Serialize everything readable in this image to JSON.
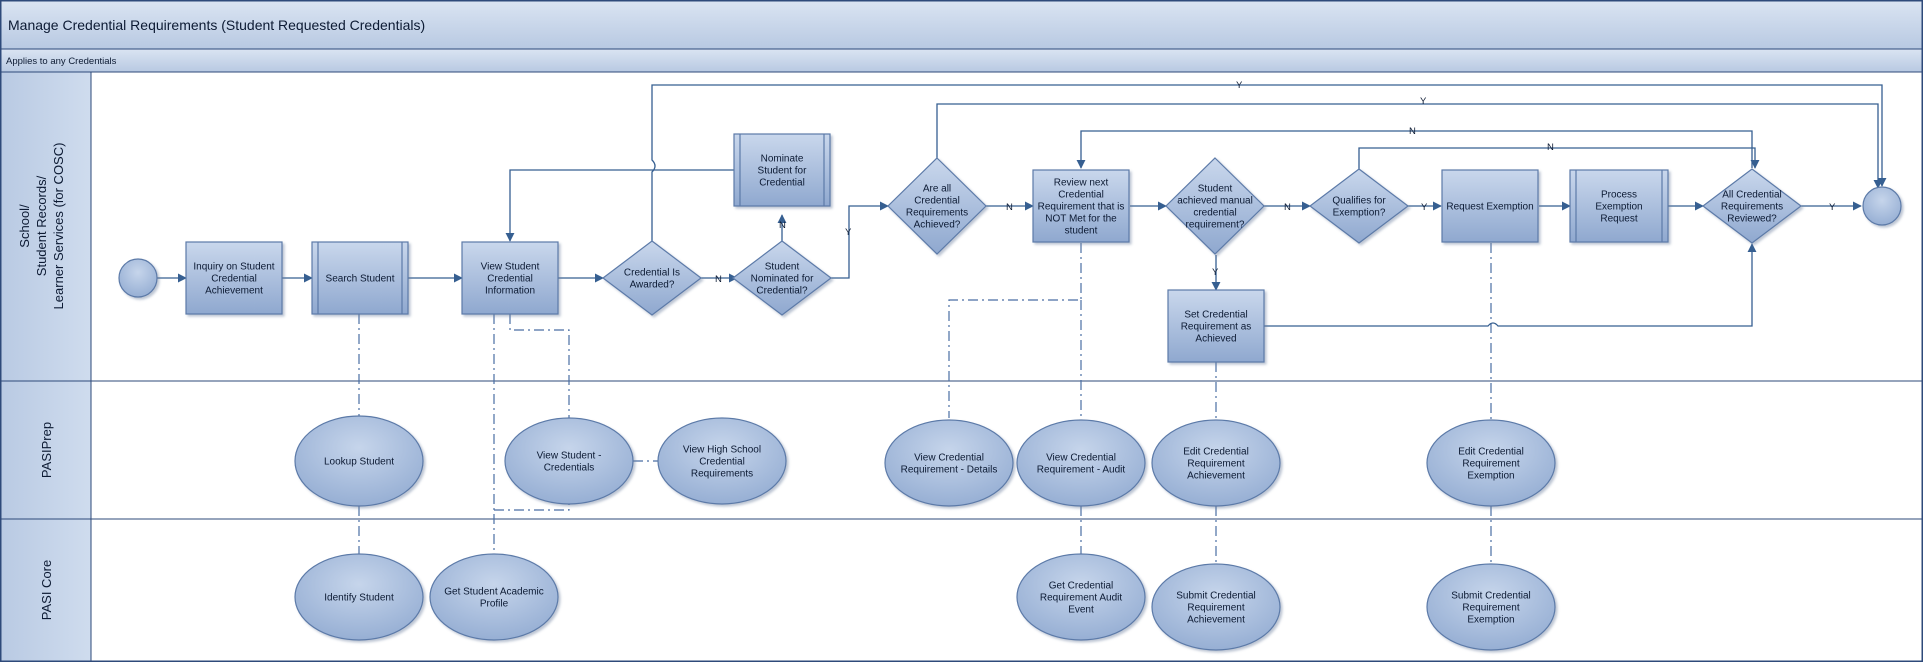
{
  "title": "Manage Credential Requirements (Student Requested Credentials)",
  "subtitle": "Applies to any Credentials",
  "colors": {
    "header_bg": "#c5d3e8",
    "lane_bg": "#c3d1e6",
    "shape_fill": "#9eb5d7",
    "shape_stroke": "#5c7aa8",
    "line": "#365f91",
    "border": "#2e4a7a"
  },
  "lanes": [
    {
      "id": "school",
      "lines": [
        "School/",
        "Student Records/",
        "Learner Services (for COSC)"
      ]
    },
    {
      "id": "pasiprep",
      "lines": [
        "PASIPrep"
      ]
    },
    {
      "id": "pasicore",
      "lines": [
        "PASI Core"
      ]
    }
  ],
  "nodes": [
    {
      "id": "start",
      "type": "start",
      "lines": []
    },
    {
      "id": "inquiry",
      "type": "task",
      "lines": [
        "Inquiry on Student",
        "Credential",
        "Achievement"
      ]
    },
    {
      "id": "search",
      "type": "subprocess",
      "lines": [
        "Search Student"
      ]
    },
    {
      "id": "viewinfo",
      "type": "task",
      "lines": [
        "View Student",
        "Credential",
        "Information"
      ]
    },
    {
      "id": "awarded",
      "type": "decision",
      "lines": [
        "Credential Is",
        "Awarded?"
      ]
    },
    {
      "id": "nominated",
      "type": "decision",
      "lines": [
        "Student",
        "Nominated for",
        "Credential?"
      ]
    },
    {
      "id": "nominate",
      "type": "subprocess",
      "lines": [
        "Nominate",
        "Student for",
        "Credential"
      ]
    },
    {
      "id": "allachieved",
      "type": "decision",
      "lines": [
        "Are all",
        "Credential",
        "Requirements",
        "Achieved?"
      ]
    },
    {
      "id": "reviewnext",
      "type": "task",
      "lines": [
        "Review next",
        "Credential",
        "Requirement that is",
        "NOT Met for the",
        "student"
      ]
    },
    {
      "id": "manual",
      "type": "decision",
      "lines": [
        "Student",
        "achieved manual",
        "credential",
        "requirement?"
      ]
    },
    {
      "id": "setach",
      "type": "task",
      "lines": [
        "Set Credential",
        "Requirement as",
        "Achieved"
      ]
    },
    {
      "id": "qualifies",
      "type": "decision",
      "lines": [
        "Qualifies for",
        "Exemption?"
      ]
    },
    {
      "id": "reqex",
      "type": "task",
      "lines": [
        "Request Exemption"
      ]
    },
    {
      "id": "procex",
      "type": "subprocess",
      "lines": [
        "Process",
        "Exemption",
        "Request"
      ]
    },
    {
      "id": "allreviewed",
      "type": "decision",
      "lines": [
        "All Credential",
        "Requirements",
        "Reviewed?"
      ]
    },
    {
      "id": "end",
      "type": "end",
      "lines": []
    },
    {
      "id": "lookup",
      "type": "service",
      "lines": [
        "Lookup Student"
      ]
    },
    {
      "id": "viewcred",
      "type": "service",
      "lines": [
        "View Student -",
        "Credentials"
      ]
    },
    {
      "id": "viewhs",
      "type": "service",
      "lines": [
        "View High School",
        "Credential",
        "Requirements"
      ]
    },
    {
      "id": "vcrdetails",
      "type": "service",
      "lines": [
        "View Credential",
        "Requirement - Details"
      ]
    },
    {
      "id": "vcraudit",
      "type": "service",
      "lines": [
        "View Credential",
        "Requirement - Audit"
      ]
    },
    {
      "id": "editach",
      "type": "service",
      "lines": [
        "Edit Credential",
        "Requirement",
        "Achievement"
      ]
    },
    {
      "id": "editex",
      "type": "service",
      "lines": [
        "Edit Credential",
        "Requirement",
        "Exemption"
      ]
    },
    {
      "id": "identify",
      "type": "service",
      "lines": [
        "Identify Student"
      ]
    },
    {
      "id": "getprofile",
      "type": "service",
      "lines": [
        "Get Student Academic",
        "Profile"
      ]
    },
    {
      "id": "getaudit",
      "type": "service",
      "lines": [
        "Get Credential",
        "Requirement Audit",
        "Event"
      ]
    },
    {
      "id": "submitach",
      "type": "service",
      "lines": [
        "Submit Credential",
        "Requirement",
        "Achievement"
      ]
    },
    {
      "id": "submitex",
      "type": "service",
      "lines": [
        "Submit Credential",
        "Requirement",
        "Exemption"
      ]
    }
  ],
  "edge_labels": [
    {
      "id": "awarded-nominated",
      "text": "N"
    },
    {
      "id": "nominated-nominate",
      "text": "N"
    },
    {
      "id": "nominated-allachieved",
      "text": "Y"
    },
    {
      "id": "allachieved-reviewnext",
      "text": "N"
    },
    {
      "id": "manual-qualifies",
      "text": "N"
    },
    {
      "id": "manual-setach",
      "text": "Y"
    },
    {
      "id": "qualifies-reqex",
      "text": "Y"
    },
    {
      "id": "allreviewed-end",
      "text": "Y"
    },
    {
      "id": "awarded-end",
      "text": "Y"
    },
    {
      "id": "allachieved-end",
      "text": "Y"
    },
    {
      "id": "allreviewed-reviewnext",
      "text": "N"
    },
    {
      "id": "qualifies-allreviewed",
      "text": "N"
    }
  ]
}
